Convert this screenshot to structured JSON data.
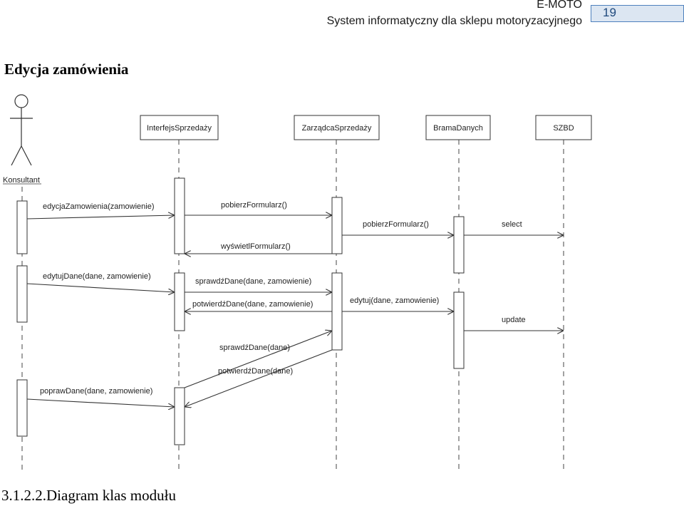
{
  "header": {
    "brand": "E-MOTO",
    "subtitle": "System informatyczny dla sklepu motoryzacyjnego",
    "page_number": "19"
  },
  "title": "Edycja zamówienia",
  "caption": "3.1.2.2.Diagram klas modułu",
  "colors": {
    "accent_fill": "#dce6f2",
    "accent_border": "#4f81bd",
    "accent_text": "#1f497d"
  },
  "diagram": {
    "actor": {
      "label": "Konsultant"
    },
    "lifelines": [
      {
        "id": "interfejs",
        "label": "InterfejsSprzedaży"
      },
      {
        "id": "zarzadca",
        "label": "ZarządcaSprzedaży"
      },
      {
        "id": "brama",
        "label": "BramaDanych"
      },
      {
        "id": "szbd",
        "label": "SZBD"
      }
    ],
    "messages": [
      {
        "label": "edycjaZamowienia(zamowienie)"
      },
      {
        "label": "pobierzFormularz()"
      },
      {
        "label": "pobierzFormularz()"
      },
      {
        "label": "select"
      },
      {
        "label": "wyświetlFormularz()"
      },
      {
        "label": "edytujDane(dane, zamowienie)"
      },
      {
        "label": "sprawdźDane(dane, zamowienie)"
      },
      {
        "label": "potwierdźDane(dane, zamowienie)"
      },
      {
        "label": "edytuj(dane, zamowienie)"
      },
      {
        "label": "update"
      },
      {
        "label": "sprawdźDane(dane)"
      },
      {
        "label": "potwierdźDane(dane)"
      },
      {
        "label": "poprawDane(dane, zamowienie)"
      }
    ]
  }
}
